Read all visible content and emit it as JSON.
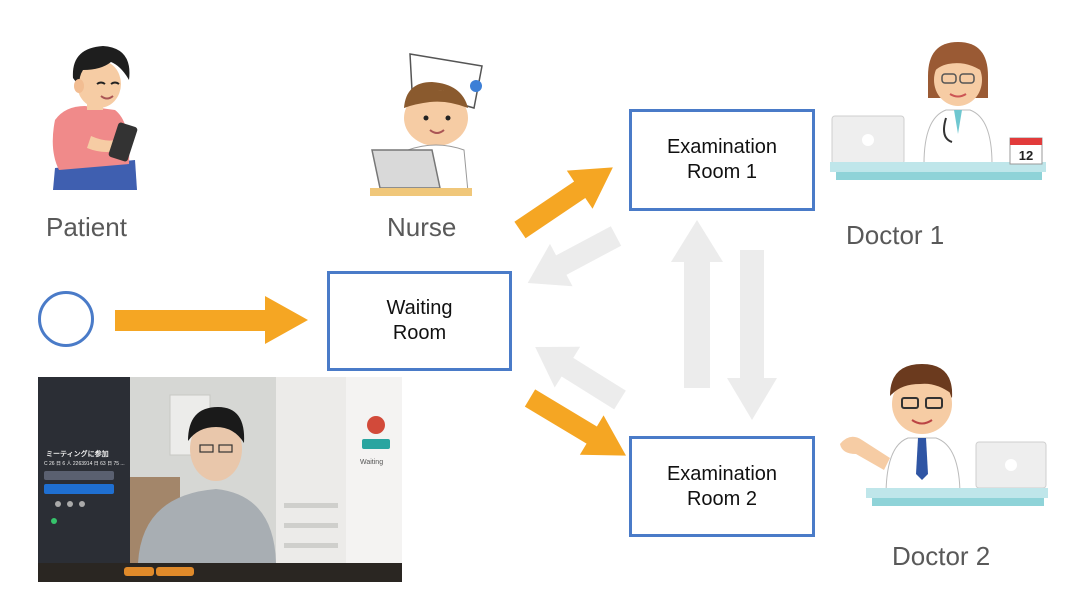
{
  "labels": {
    "patient": "Patient",
    "nurse": "Nurse",
    "doctor1": "Doctor 1",
    "doctor2": "Doctor 2"
  },
  "rooms": {
    "waiting": [
      "Waiting",
      "Room"
    ],
    "exam1": [
      "Examination",
      "Room 1"
    ],
    "exam2": [
      "Examination",
      "Room 2"
    ]
  },
  "screenshot": {
    "join_title": "ミーティングに参加",
    "meeting_id": "C 26 日 6 人 2263914 日 63 日 75 ...",
    "waiting_text": "Waiting"
  },
  "calendar_day": "12",
  "colors": {
    "box_border": "#4a7bc8",
    "arrow_orange": "#f5a623",
    "arrow_gray": "#ececec",
    "label_text": "#595959"
  }
}
